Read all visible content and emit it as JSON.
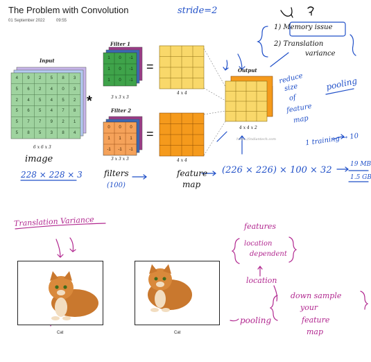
{
  "page": {
    "title": "The Problem with Convolution",
    "date": "01 September 2022",
    "time": "09:55"
  },
  "diagram": {
    "input_label": "Input",
    "input_size": "6 x 6 x 3",
    "input_grid": [
      [
        "4",
        "9",
        "2",
        "5",
        "8",
        "3"
      ],
      [
        "5",
        "6",
        "2",
        "4",
        "0",
        "3"
      ],
      [
        "2",
        "4",
        "5",
        "4",
        "5",
        "2"
      ],
      [
        "5",
        "6",
        "5",
        "4",
        "7",
        "8"
      ],
      [
        "5",
        "7",
        "7",
        "9",
        "2",
        "1"
      ],
      [
        "5",
        "8",
        "5",
        "3",
        "8",
        "4"
      ]
    ],
    "filter1_label": "Filter 1",
    "filter1_size": "3 x 3 x 3",
    "filter1_grid": [
      [
        "1",
        "0",
        "-1"
      ],
      [
        "1",
        "0",
        "-1"
      ],
      [
        "1",
        "0",
        "-1"
      ]
    ],
    "filter2_label": "Filter 2",
    "filter2_size": "3 x 3 x 3",
    "filter2_grid": [
      [
        "0",
        "0",
        "0"
      ],
      [
        "1",
        "1",
        "1"
      ],
      [
        "-1",
        "-1",
        "-1"
      ]
    ],
    "conv_symbol": "*",
    "equals": "=",
    "fmap1_size": "4 x 4",
    "fmap2_size": "4 x 4",
    "output_label": "Output",
    "output_size": "4 x 4 x 2",
    "watermark": "https://indiantech.com"
  },
  "notes": {
    "stride": "stride=2",
    "memory_issue": "1) Memory issue",
    "translation": "2) Translation",
    "variance": "variance",
    "reduce": "reduce",
    "size": "size",
    "of": "of",
    "feature": "feature",
    "map": "map",
    "pooling_top": "pooling",
    "image": "image",
    "image_dims": "228 × 228 × 3",
    "filters": "filters",
    "filters_count": "(100)",
    "feature_map_1": "feature",
    "feature_map_2": "map",
    "formula": "(226 × 226) × 100 × 32",
    "result1": "19 MB",
    "result2": "1.5 GB",
    "training": "1 training → 10",
    "translation_variance": "Translation Variance",
    "features": "features",
    "location_dependent_1": "location",
    "location_dependent_2": "dependent",
    "location": "location",
    "pooling_bottom": "pooling",
    "down_sample_1": "down sample",
    "down_sample_2": "your",
    "down_sample_3": "feature",
    "down_sample_4": "map"
  },
  "images": {
    "caption_left": "Cat",
    "caption_right": "Cat"
  },
  "colors": {
    "handwriting_blue": "#1f4fc8",
    "handwriting_pink": "#b1278f",
    "grid_green": "#9fd39f",
    "grid_yellow": "#f9d86a",
    "grid_orange": "#f59a1c"
  }
}
